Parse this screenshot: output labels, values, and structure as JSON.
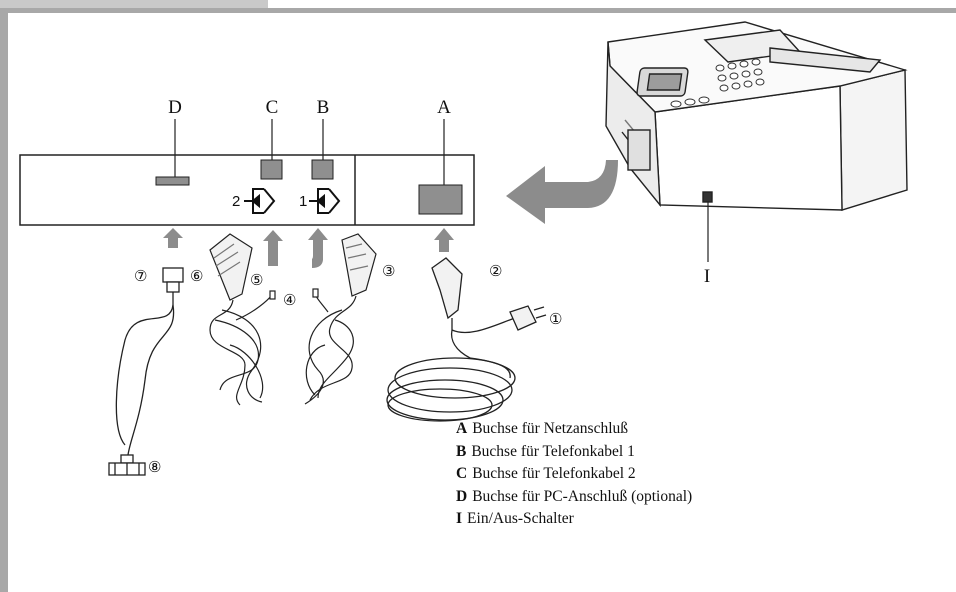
{
  "panel_labels": {
    "d": "D",
    "c": "C",
    "b": "B",
    "a": "A",
    "i": "I"
  },
  "jack_numbers": {
    "line2": "2",
    "line1": "1"
  },
  "callouts": [
    "①",
    "②",
    "③",
    "④",
    "⑤",
    "⑥",
    "⑦",
    "⑧"
  ],
  "legend": [
    {
      "key": "A",
      "text": "Buchse für Netzanschluß"
    },
    {
      "key": "B",
      "text": "Buchse für Telefonkabel 1"
    },
    {
      "key": "C",
      "text": "Buchse für Telefonkabel 2"
    },
    {
      "key": "D",
      "text": "Buchse für PC-Anschluß (optional)"
    },
    {
      "key": "I",
      "text": "Ein/Aus-Schalter"
    }
  ],
  "colors": {
    "frame": "#a8a8a8",
    "arrow": "#8c8c8c",
    "socket": "#8f8f8f"
  }
}
